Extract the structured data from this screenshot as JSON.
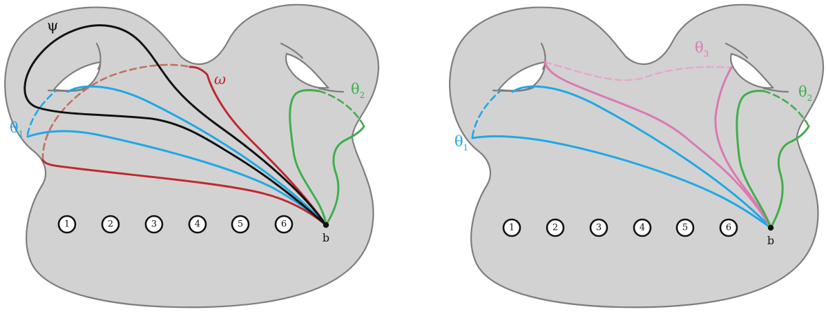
{
  "colors": {
    "surface": "#d2d2d2",
    "outline": "#7d7d7d",
    "theta1": "#1ea8e6",
    "theta2": "#3fae4a",
    "theta3": "#dc78b4",
    "omega": "#c0272d",
    "psi": "#111111"
  },
  "left_panel": {
    "punctures": [
      "1",
      "2",
      "3",
      "4",
      "5",
      "6"
    ],
    "base_point": "b",
    "labels": {
      "psi": "ψ",
      "omega": "ω",
      "theta1": {
        "base": "θ",
        "sub": "1"
      },
      "theta2": {
        "base": "θ",
        "sub": "2"
      }
    }
  },
  "right_panel": {
    "punctures": [
      "1",
      "2",
      "3",
      "4",
      "5",
      "6"
    ],
    "base_point": "b",
    "labels": {
      "theta1": {
        "base": "θ",
        "sub": "1"
      },
      "theta2": {
        "base": "θ",
        "sub": "2"
      },
      "theta3": {
        "base": "θ",
        "sub": "3"
      }
    }
  }
}
